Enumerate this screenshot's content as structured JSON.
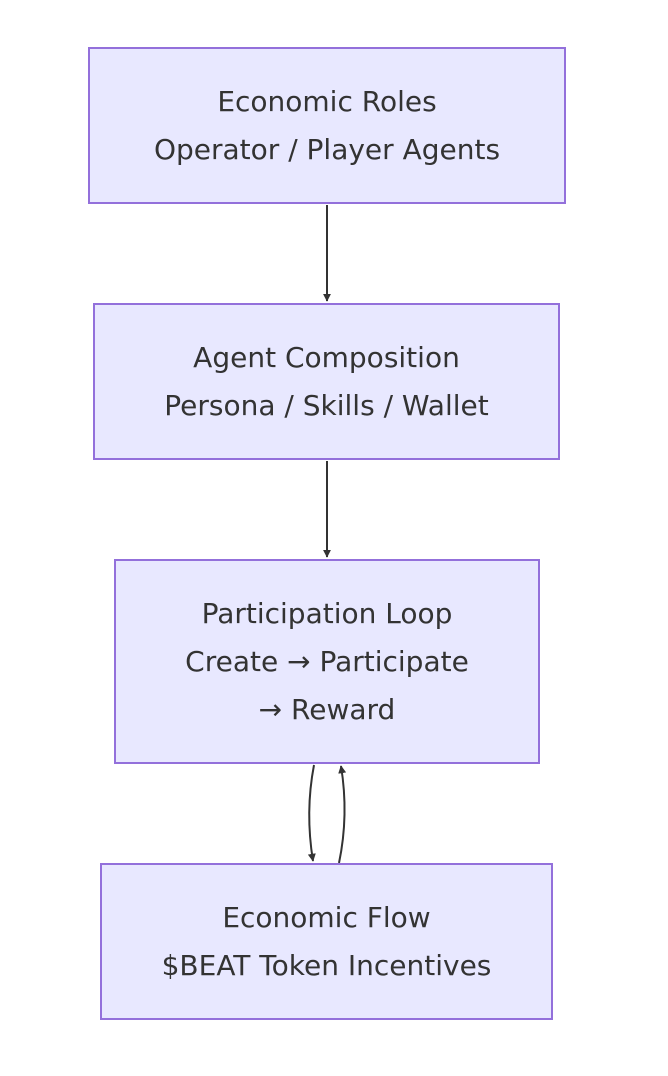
{
  "diagram": {
    "type": "flowchart",
    "nodes": [
      {
        "id": "economic-roles",
        "lines": [
          "Economic Roles",
          "Operator / Player Agents"
        ]
      },
      {
        "id": "agent-composition",
        "lines": [
          "Agent Composition",
          "Persona / Skills / Wallet"
        ]
      },
      {
        "id": "participation-loop",
        "lines": [
          "Participation Loop",
          "Create → Participate",
          "→ Reward"
        ]
      },
      {
        "id": "economic-flow",
        "lines": [
          "Economic Flow",
          "$BEAT Token Incentives"
        ]
      }
    ],
    "edges": [
      {
        "from": "economic-roles",
        "to": "agent-composition"
      },
      {
        "from": "agent-composition",
        "to": "participation-loop"
      },
      {
        "from": "participation-loop",
        "to": "economic-flow"
      },
      {
        "from": "economic-flow",
        "to": "participation-loop"
      }
    ],
    "colors": {
      "node_fill": "#e8e8ff",
      "node_border": "#9370db",
      "text": "#333333",
      "edge": "#333333"
    }
  }
}
